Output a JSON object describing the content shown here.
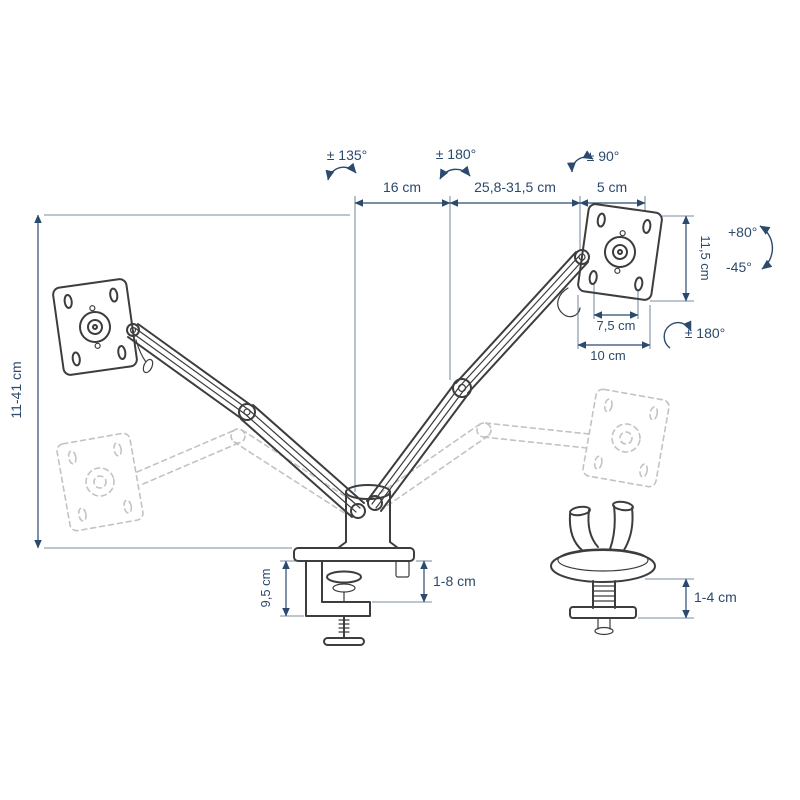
{
  "colors": {
    "dimension_blue": "#2b4a6d",
    "drawing_dark": "#3d3d3d",
    "ghost_gray": "#c3c3c3",
    "background": "#ffffff"
  },
  "diagram": {
    "top": {
      "angle_elbow": "± 135°",
      "angle_pole": "± 180°",
      "angle_head": "± 90°",
      "span_rear_arm": "16 cm",
      "span_front_arm": "25,8-31,5 cm",
      "span_head_offset": "5 cm"
    },
    "vesa": {
      "plate_height": "11,5 cm",
      "tilt_up": "+80°",
      "tilt_down": "-45°",
      "hole_spacing": "7,5 cm",
      "plate_width": "10 cm",
      "rotation": "± 180°"
    },
    "left": {
      "height_range": "11-41 cm"
    },
    "clamp": {
      "depth": "9,5 cm",
      "desk_thickness": "1-8 cm"
    },
    "grommet": {
      "thickness": "1-4 cm"
    }
  }
}
